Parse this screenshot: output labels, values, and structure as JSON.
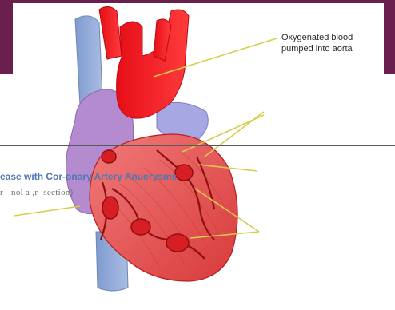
{
  "labels": {
    "aorta_line1": "Oxygenated blood",
    "aorta_line2": "pumped into aorta"
  },
  "caption": {
    "title": "ease with Cor-onary Artery Anuerysms",
    "subtitle": "r  - nol a ,r  -section)"
  },
  "colors": {
    "frame": "#6b1f4f",
    "artery": "#e8101c",
    "vein": "#8fa9d6",
    "muscle": "#e85555",
    "leader_line": "#d6cc4a",
    "caption_title": "#4b78b4"
  }
}
